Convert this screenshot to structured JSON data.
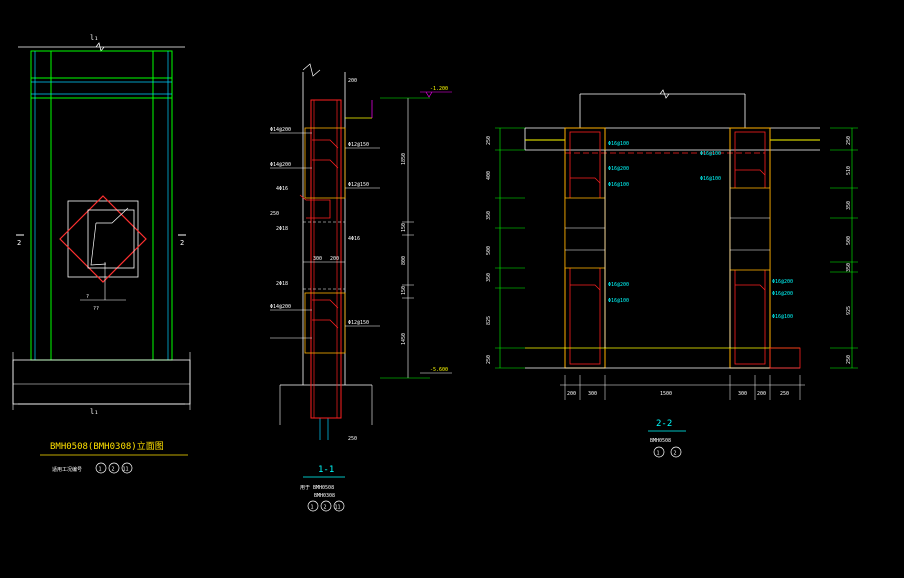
{
  "colors": {
    "background": "#000000",
    "outline": "#ffffff",
    "concrete": "#00ff00",
    "frame_inner": "#00d0ff",
    "rebar": "#ff2020",
    "wall_edge": "#ffb000",
    "fill_yellow": "#ffff00",
    "title_yellow": "#ffe000",
    "level_mark": "#ff00ff",
    "diamond": "#ff3030",
    "cyan_text": "#00ffff"
  },
  "elevation": {
    "dim_top": "l₁",
    "dim_bottom": "l₁",
    "section_left": "2",
    "section_right": "2",
    "opening_note": "?",
    "opening_note2": "??",
    "title": "BMH0508(BMH0308)立面图",
    "subtitle_label": "适用工况编号",
    "subtitle_circles": [
      "1",
      "2",
      "11"
    ]
  },
  "section_1_1": {
    "title": "1-1",
    "line1": "用于  BMH0508",
    "line2": "BMH0308",
    "circles": [
      "1",
      "2",
      "11"
    ],
    "level_top": "-1.200",
    "level_bottom": "-5.600",
    "vert_dims": [
      "1850",
      "150",
      "800",
      "150",
      "1450"
    ],
    "horiz_dims": [
      "300",
      "200"
    ],
    "rebar_labels": [
      "Φ14@200",
      "Φ12@150",
      "Φ14@200",
      "Φ12@150",
      "Φ14@200",
      "Φ12@150"
    ],
    "small_notes": [
      "4Φ16",
      "2Φ18",
      "2Φ18",
      "4Φ16",
      "200",
      "250",
      "250"
    ]
  },
  "section_2_2": {
    "title": "2-2",
    "line1": "BMH0508",
    "circles": [
      "1",
      "2"
    ],
    "left_dims": [
      "250",
      "400",
      "350",
      "500",
      "350",
      "825",
      "250"
    ],
    "right_dims": [
      "250",
      "510",
      "350",
      "500",
      "350",
      "925",
      "250"
    ],
    "bottom_dims": [
      "200",
      "300",
      "1500",
      "300",
      "200",
      "250"
    ],
    "rebar_labels_left": [
      "Φ16@100",
      "Φ16@200",
      "Φ16@100",
      "Φ16@200",
      "Φ16@100"
    ],
    "rebar_labels_right": [
      "Φ16@100",
      "Φ16@100",
      "Φ16@200",
      "Φ16@200",
      "Φ16@100"
    ]
  }
}
